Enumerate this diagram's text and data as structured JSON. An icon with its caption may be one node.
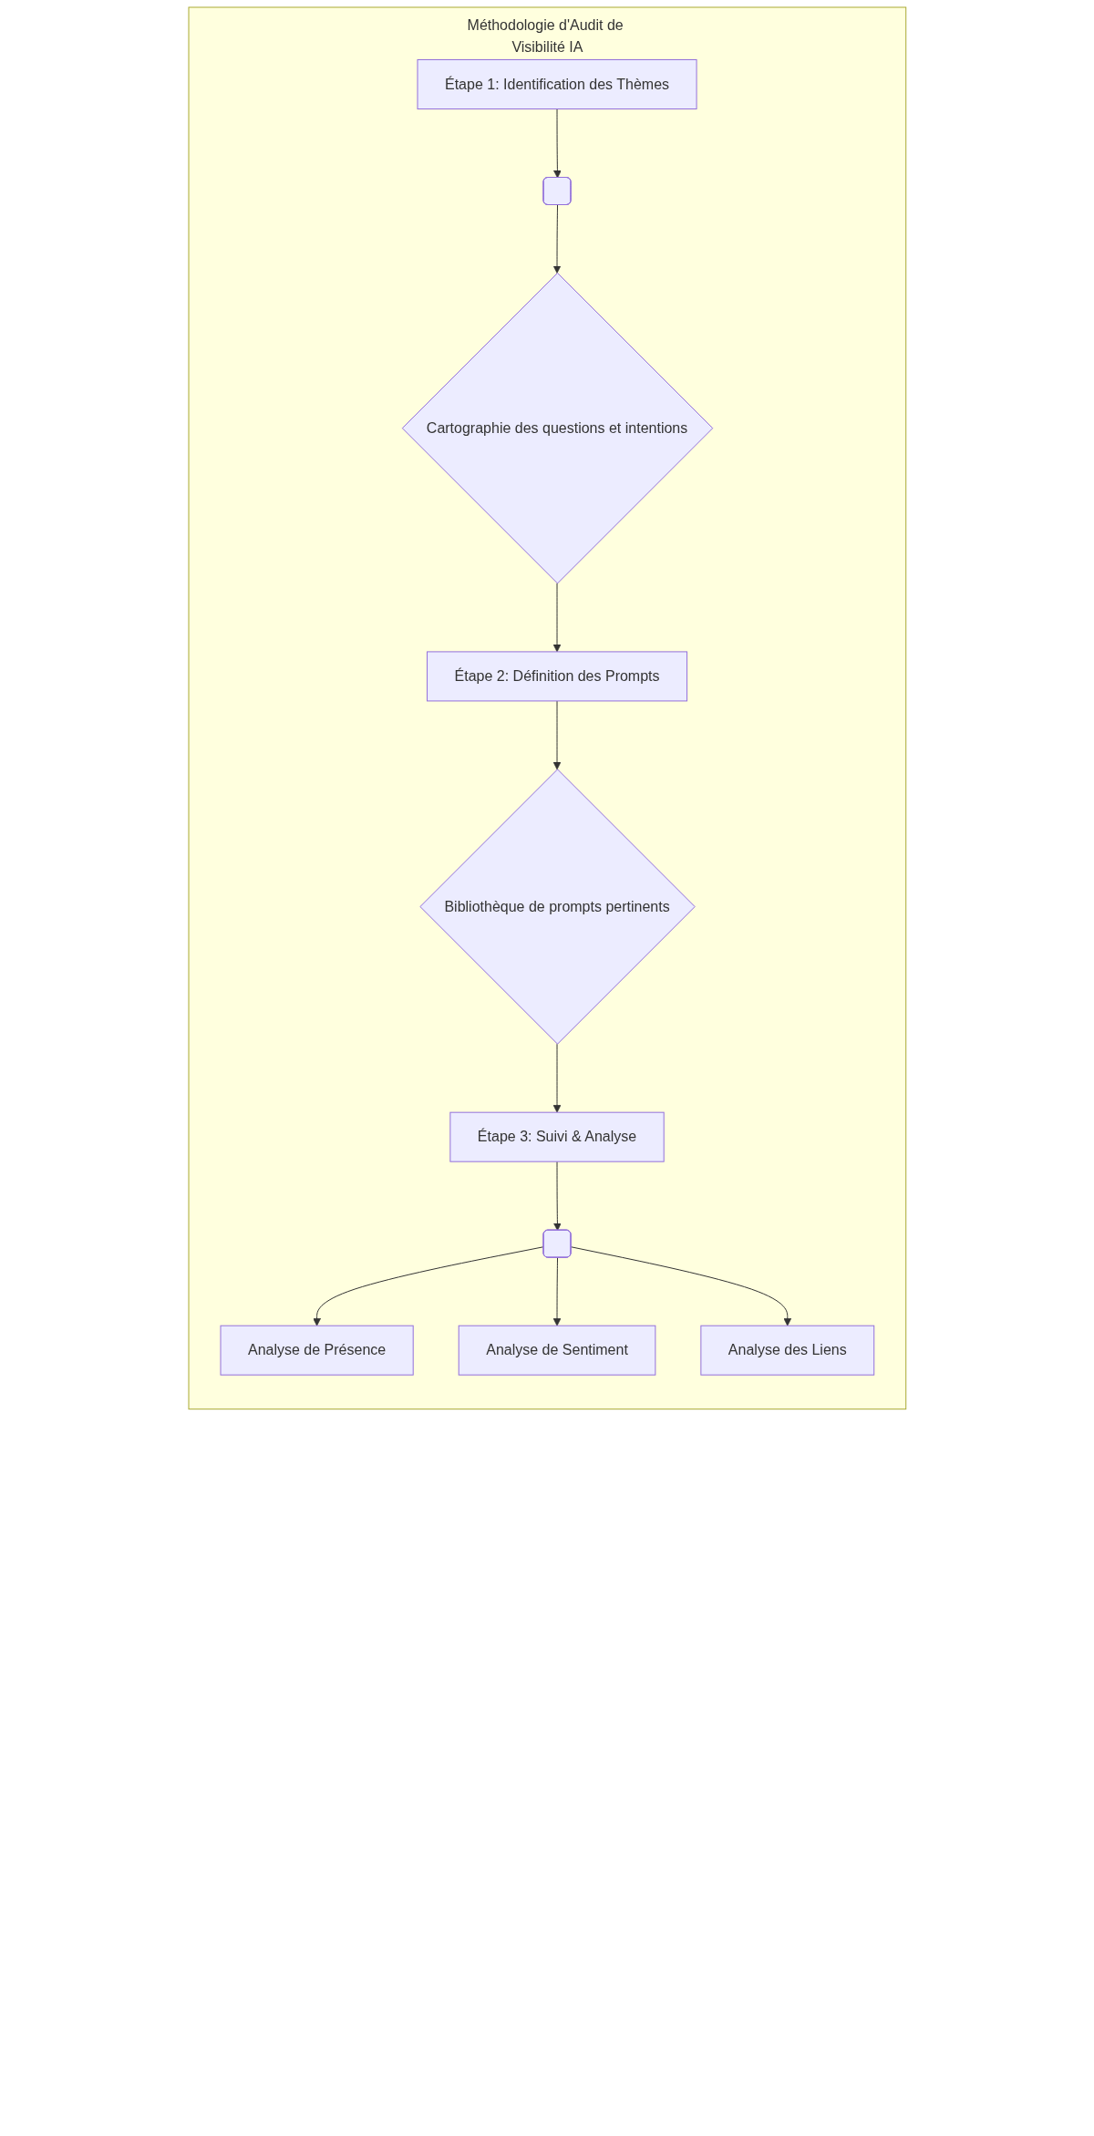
{
  "diagram": {
    "nodes": [
      {
        "text": [
          "Méthodologie d'Audit de Visibilité IA"
        ]
      },
      {
        "text": [
          "Étape 1: Identification des Thèmes"
        ],
        "in": 0
      },
      {
        "text": [],
        "shape": "box",
        "in": 0
      },
      {
        "text": [
          "Cartographie des questions et intentions"
        ],
        "in": 0
      },
      {
        "text": [
          "Étape 2: Définition des Prompts"
        ],
        "in": 0
      },
      {
        "text": [
          "Bibliothèque de prompts pertinents"
        ],
        "in": 0
      },
      {
        "text": [
          "Étape 3: Suivi & Analyse"
        ],
        "in": 0
      },
      {
        "text": [],
        "shape": "box",
        "in": 0
      },
      {
        "text": [
          "Analyse de Présence"
        ],
        "in": 0
      },
      {
        "text": [
          "Analyse de Sentiment"
        ],
        "in": 0
      },
      {
        "text": [
          "Analyse des Liens"
        ],
        "in": 0
      }
    ],
    "edges": [
      {
        "from": 1,
        "to": 2,
        "arrow": "to"
      },
      {
        "from": 2,
        "to": 3,
        "arrow": "to"
      },
      {
        "from": 3,
        "to": 4,
        "arrow": "to"
      },
      {
        "from": 4,
        "to": 5,
        "arrow": "to"
      },
      {
        "from": 5,
        "to": 6,
        "arrow": "to"
      },
      {
        "from": 6,
        "to": 7,
        "arrow": "to"
      },
      {
        "from": 7,
        "to": 8,
        "arrow": "to"
      },
      {
        "from": 7,
        "to": 9,
        "arrow": "to"
      },
      {
        "from": 7,
        "to": 10,
        "arrow": "to"
      }
    ]
  }
}
